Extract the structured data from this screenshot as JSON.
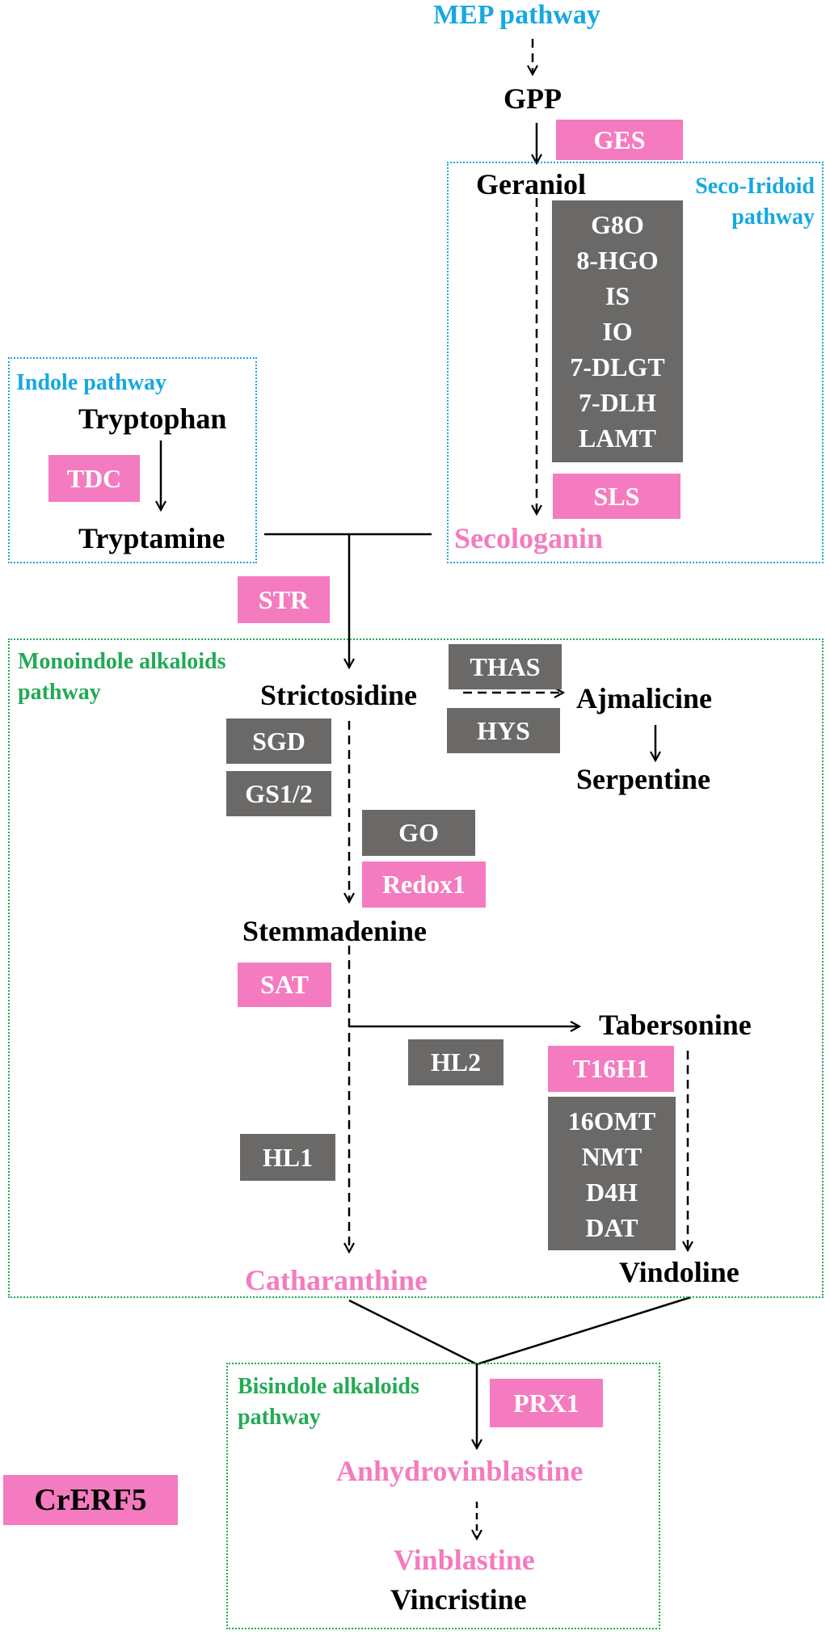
{
  "colors": {
    "blue": "#16a8e0",
    "green": "#22aa55",
    "pink": "#f47bbf",
    "gray": "#6b6967",
    "black": "#000000"
  },
  "pathways": {
    "mep": "MEP pathway",
    "seco_iridoid": [
      "Seco-Iridoid",
      "pathway"
    ],
    "indole": "Indole pathway",
    "monoindole": [
      "Monoindole alkaloids",
      "pathway"
    ],
    "bisindole": [
      "Bisindole alkaloids",
      "pathway"
    ]
  },
  "compounds": {
    "gpp": "GPP",
    "geraniol": "Geraniol",
    "secologanin": "Secologanin",
    "tryptophan": "Tryptophan",
    "tryptamine": "Tryptamine",
    "strictosidine": "Strictosidine",
    "ajmalicine": "Ajmalicine",
    "serpentine": "Serpentine",
    "stemmadenine": "Stemmadenine",
    "tabersonine": "Tabersonine",
    "catharanthine": "Catharanthine",
    "vindoline": "Vindoline",
    "anhydrovinblastine": "Anhydrovinblastine",
    "vinblastine": "Vinblastine",
    "vincristine": "Vincristine"
  },
  "enzymes": {
    "ges": "GES",
    "iridoid_stack": [
      "G8O",
      "8-HGO",
      "IS",
      "IO",
      "7-DLGT",
      "7-DLH",
      "LAMT"
    ],
    "sls": "SLS",
    "tdc": "TDC",
    "str": "STR",
    "thas": "THAS",
    "hys": "HYS",
    "sgd": "SGD",
    "gs12": "GS1/2",
    "go": "GO",
    "redox1": "Redox1",
    "sat": "SAT",
    "hl2": "HL2",
    "t16h1": "T16H1",
    "vindoline_stack": [
      "16OMT",
      "NMT",
      "D4H",
      "DAT"
    ],
    "hl1": "HL1",
    "prx1": "PRX1"
  },
  "legend": {
    "crerf5": "CrERF5"
  }
}
